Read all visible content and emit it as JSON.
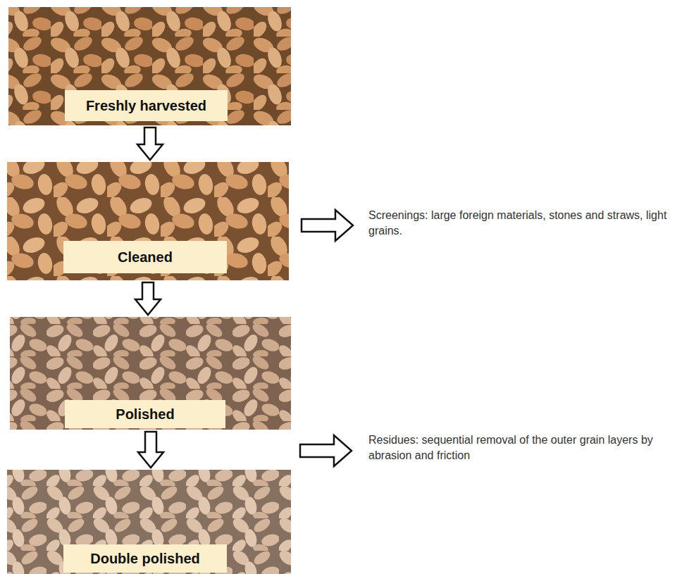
{
  "diagram": {
    "nodes": [
      {
        "text": [
          "Freshly harvested"
        ]
      },
      {
        "text": [
          "Cleaned"
        ]
      },
      {
        "text": [
          "Polished"
        ]
      },
      {
        "text": [
          "Double polished"
        ]
      }
    ],
    "edges": [
      {
        "from": 0,
        "to": 1,
        "arrow": "to"
      },
      {
        "from": 1,
        "to": 2,
        "arrow": "to"
      },
      {
        "from": 2,
        "to": 3,
        "arrow": "to"
      }
    ],
    "labels": [
      "Screenings: large foreign materials, stones and straws, light grains.",
      "Residues: sequential removal of the outer grain layers by abrasion and friction"
    ]
  }
}
